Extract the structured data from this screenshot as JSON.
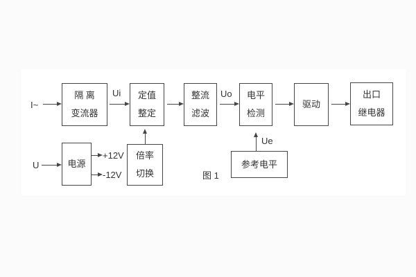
{
  "figure": {
    "caption": "图 1",
    "colors": {
      "background": "#fbfbfb",
      "card": "#ffffff",
      "line": "#454545",
      "text": "#333333"
    }
  },
  "blocks": {
    "isolation": {
      "lines": [
        "隔 离",
        "变流器"
      ]
    },
    "setting": {
      "lines": [
        "定值",
        "整定"
      ]
    },
    "rectify_filter": {
      "lines": [
        "整流",
        "滤波"
      ]
    },
    "level_detect": {
      "lines": [
        "电平",
        "检测"
      ]
    },
    "drive": {
      "lines": [
        "驱动"
      ]
    },
    "output_relay": {
      "lines": [
        "出口",
        "继电器"
      ]
    },
    "power": {
      "lines": [
        "电源"
      ]
    },
    "ratio_switch": {
      "lines": [
        "倍率",
        "切换"
      ]
    },
    "reference_level": {
      "lines": [
        "参考电平"
      ]
    }
  },
  "labels": {
    "input_current": "I~",
    "input_voltage": "U",
    "ui": "Ui",
    "uo": "Uo",
    "ue": "Ue",
    "plus_12v": "+12V",
    "minus_12v": "-12V"
  }
}
